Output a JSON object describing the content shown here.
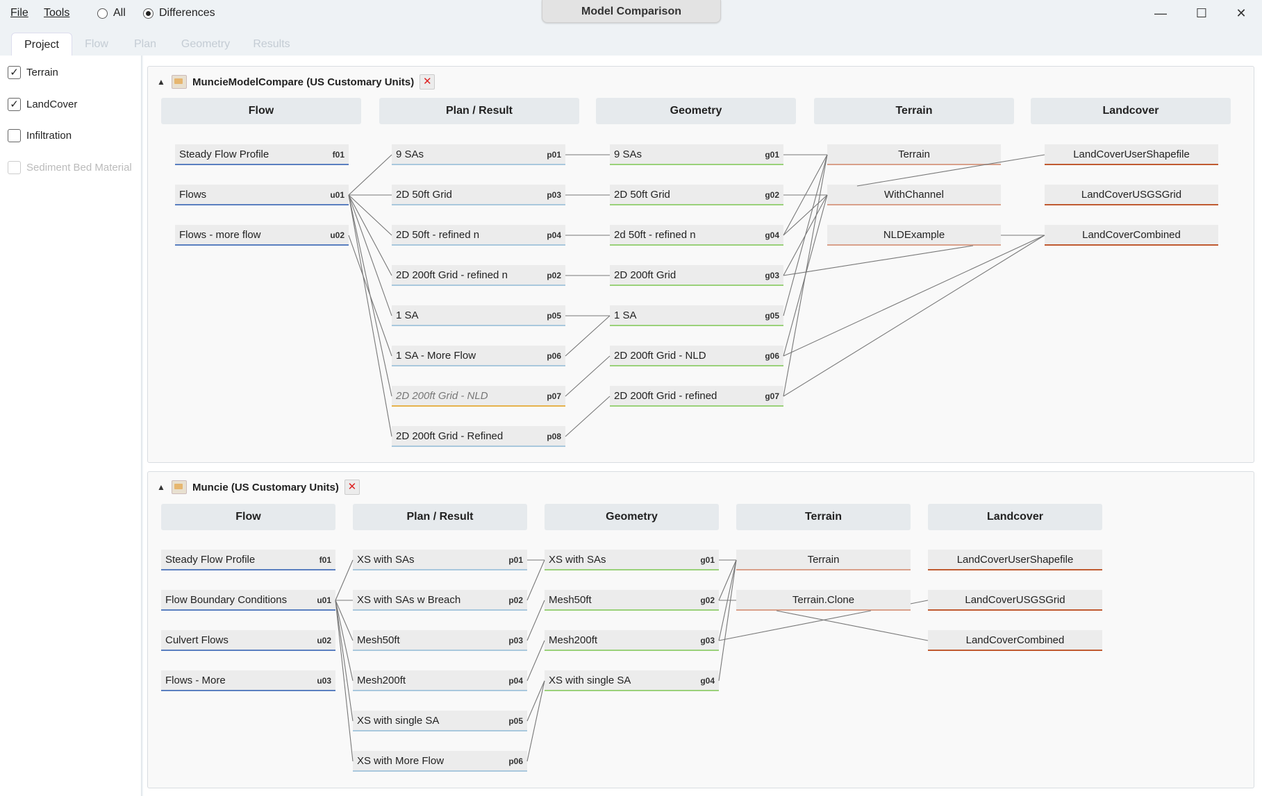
{
  "menu": {
    "file": "File",
    "tools": "Tools"
  },
  "view_mode": {
    "all": "All",
    "differences": "Differences",
    "selected": "Differences"
  },
  "window": {
    "title": "Model Comparison",
    "minimize": "—",
    "maximize": "☐",
    "close": "✕"
  },
  "tabs": [
    "Project",
    "Flow",
    "Plan",
    "Geometry",
    "Results"
  ],
  "filters": [
    {
      "label": "Terrain",
      "checked": true,
      "enabled": true
    },
    {
      "label": "LandCover",
      "checked": true,
      "enabled": true
    },
    {
      "label": "Infiltration",
      "checked": false,
      "enabled": true
    },
    {
      "label": "Sediment Bed Material",
      "checked": false,
      "enabled": false
    }
  ],
  "projects": [
    {
      "name": "MuncieModelCompare",
      "units": "(US Customary Units)",
      "columns": [
        "Flow",
        "Plan / Result",
        "Geometry",
        "Terrain",
        "Landcover"
      ],
      "flows": [
        {
          "label": "Steady Flow Profile",
          "code": "f01"
        },
        {
          "label": "Flows",
          "code": "u01"
        },
        {
          "label": "Flows - more flow",
          "code": "u02"
        }
      ],
      "plans": [
        {
          "label": "9 SAs",
          "code": "p01"
        },
        {
          "label": "2D 50ft Grid",
          "code": "p03"
        },
        {
          "label": "2D 50ft - refined n",
          "code": "p04"
        },
        {
          "label": "2D 200ft Grid - refined n",
          "code": "p02"
        },
        {
          "label": "1 SA",
          "code": "p05"
        },
        {
          "label": "1 SA - More Flow",
          "code": "p06"
        },
        {
          "label": "2D 200ft Grid - NLD",
          "code": "p07"
        },
        {
          "label": "2D 200ft Grid - Refined",
          "code": "p08"
        }
      ],
      "geometries": [
        {
          "label": "9 SAs",
          "code": "g01"
        },
        {
          "label": "2D 50ft Grid",
          "code": "g02"
        },
        {
          "label": "2d 50ft - refined n",
          "code": "g04"
        },
        {
          "label": "2D 200ft Grid",
          "code": "g03"
        },
        {
          "label": "1 SA",
          "code": "g05"
        },
        {
          "label": "2D 200ft Grid - NLD",
          "code": "g06"
        },
        {
          "label": "2D 200ft Grid - refined",
          "code": "g07"
        }
      ],
      "terrains": [
        "Terrain",
        "WithChannel",
        "NLDExample"
      ],
      "landcovers": [
        "LandCoverUserShapefile",
        "LandCoverUSGSGrid",
        "LandCoverCombined"
      ]
    },
    {
      "name": "Muncie",
      "units": "(US Customary Units)",
      "columns": [
        "Flow",
        "Plan / Result",
        "Geometry",
        "Terrain",
        "Landcover"
      ],
      "flows": [
        {
          "label": "Steady Flow Profile",
          "code": "f01"
        },
        {
          "label": "Flow Boundary Conditions",
          "code": "u01"
        },
        {
          "label": "Culvert Flows",
          "code": "u02"
        },
        {
          "label": "Flows - More",
          "code": "u03"
        }
      ],
      "plans": [
        {
          "label": "XS with SAs",
          "code": "p01"
        },
        {
          "label": "XS with SAs w Breach",
          "code": "p02"
        },
        {
          "label": "Mesh50ft",
          "code": "p03"
        },
        {
          "label": "Mesh200ft",
          "code": "p04"
        },
        {
          "label": "XS with single SA",
          "code": "p05"
        },
        {
          "label": "XS with More Flow",
          "code": "p06"
        }
      ],
      "geometries": [
        {
          "label": "XS with SAs",
          "code": "g01"
        },
        {
          "label": "Mesh50ft",
          "code": "g02"
        },
        {
          "label": "Mesh200ft",
          "code": "g03"
        },
        {
          "label": "XS with single SA",
          "code": "g04"
        }
      ],
      "terrains": [
        "Terrain",
        "Terrain.Clone"
      ],
      "landcovers": [
        "LandCoverUserShapefile",
        "LandCoverUSGSGrid",
        "LandCoverCombined"
      ]
    }
  ]
}
